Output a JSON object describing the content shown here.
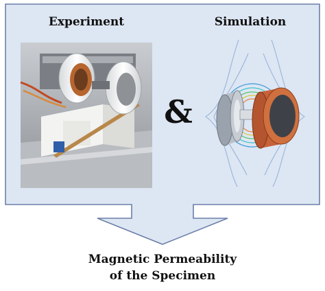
{
  "panel": {
    "experiment_label": "Experiment",
    "simulation_label": "Simulation",
    "connector_symbol": "&"
  },
  "result": {
    "line1": "Magnetic Permeability",
    "line2": "of the Specimen"
  },
  "colors": {
    "panel_fill": "#dde6f3",
    "panel_stroke": "#6b7fa8",
    "arrow_fill": "#dde6f3",
    "coil_copper": "#c8623a",
    "coil_grey": "#9aa2ad"
  }
}
